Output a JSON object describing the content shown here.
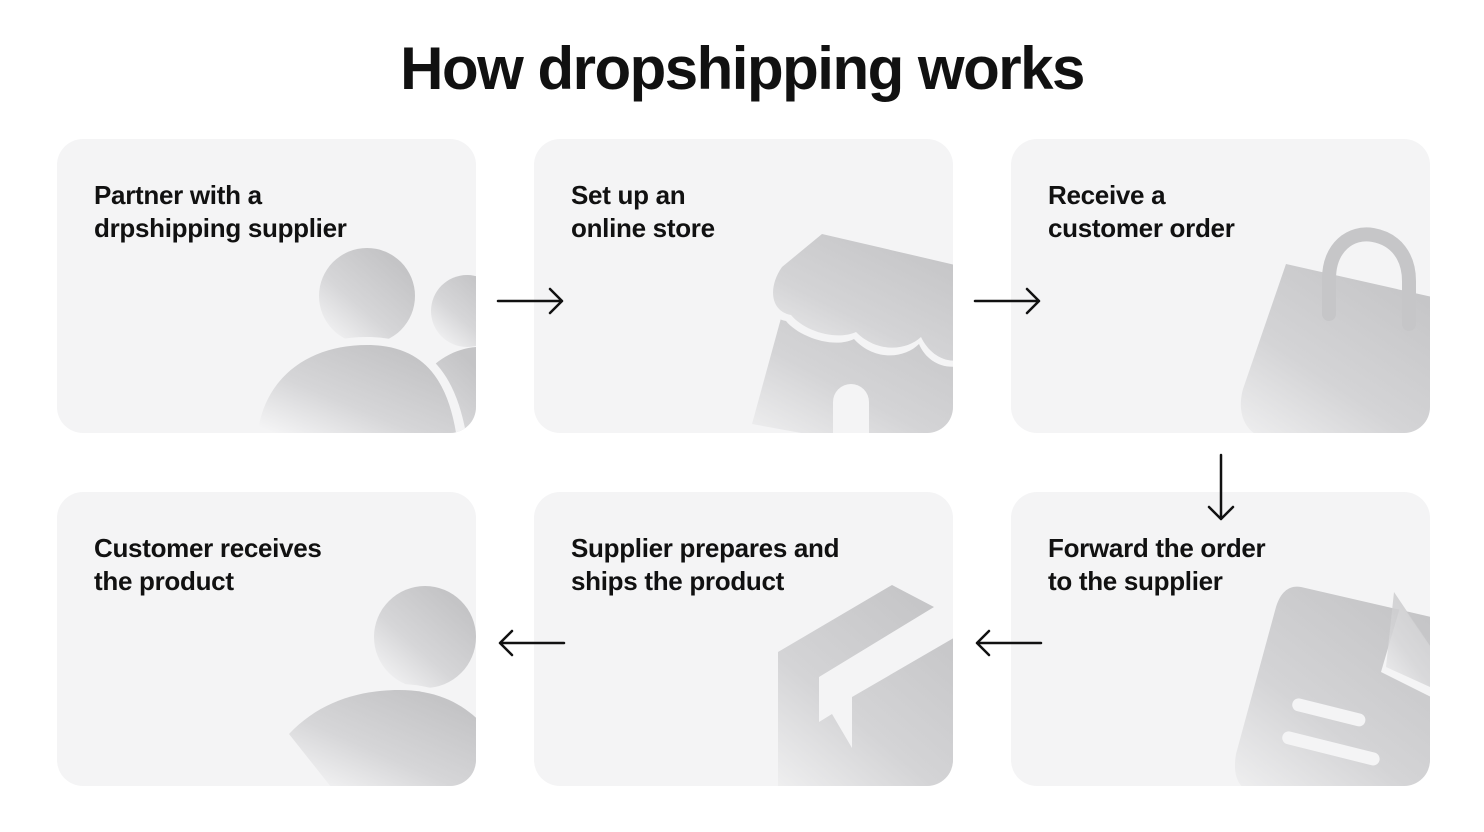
{
  "title": "How dropshipping works",
  "steps": [
    {
      "line1": "Partner with a",
      "line2": "drpshipping supplier",
      "icon": "users-icon"
    },
    {
      "line1": "Set up an",
      "line2": "online store",
      "icon": "storefront-icon"
    },
    {
      "line1": "Receive a",
      "line2": "customer order",
      "icon": "shopping-bag-icon"
    },
    {
      "line1": "Forward the order",
      "line2": "to the supplier",
      "icon": "document-icon"
    },
    {
      "line1": "Supplier prepares and",
      "line2": "ships the product",
      "icon": "package-icon"
    },
    {
      "line1": "Customer receives",
      "line2": "the product",
      "icon": "user-icon"
    }
  ],
  "colors": {
    "card_background": "#f4f4f5",
    "icon_gray": "#c6c6c8",
    "text": "#111111"
  }
}
